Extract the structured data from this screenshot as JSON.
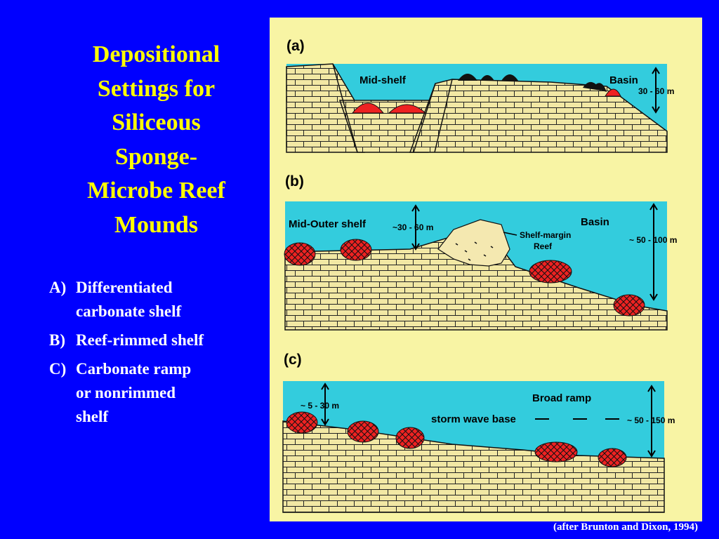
{
  "title_lines": [
    "Depositional",
    "Settings for",
    "Siliceous",
    "Sponge-",
    "Microbe Reef",
    "Mounds"
  ],
  "bullets": [
    {
      "marker": "A)",
      "lines": [
        "Differentiated",
        "carbonate shelf"
      ]
    },
    {
      "marker": "B)",
      "lines": [
        "Reef-rimmed shelf"
      ]
    },
    {
      "marker": "C)",
      "lines": [
        "Carbonate ramp",
        "or nonrimmed",
        "shelf"
      ]
    }
  ],
  "citation": "(after Brunton and Dixon, 1994)",
  "colors": {
    "background": "#0000ff",
    "title": "#ffff00",
    "panel": "#f8f4a4",
    "water": "#33ccdd",
    "rock": "#f2e8a4",
    "reef": "#ee2222"
  },
  "panels": [
    {
      "tag": "(a)",
      "labels": {
        "mid": "Mid-shelf",
        "basin": "Basin",
        "depth": "30  - 60 m"
      }
    },
    {
      "tag": "(b)",
      "labels": {
        "mid": "Mid-Outer shelf",
        "depth_shelf": "~30  - 60 m",
        "reef_line1": "Shelf-margin",
        "reef_line2": "Reef",
        "basin": "Basin",
        "depth_basin": "~ 50 - 100 m"
      }
    },
    {
      "tag": "(c)",
      "labels": {
        "depth_shelf": "~ 5 - 30 m",
        "ramp": "Broad ramp",
        "swb": "storm wave base",
        "depth_basin": "~ 50 - 150 m"
      }
    }
  ]
}
